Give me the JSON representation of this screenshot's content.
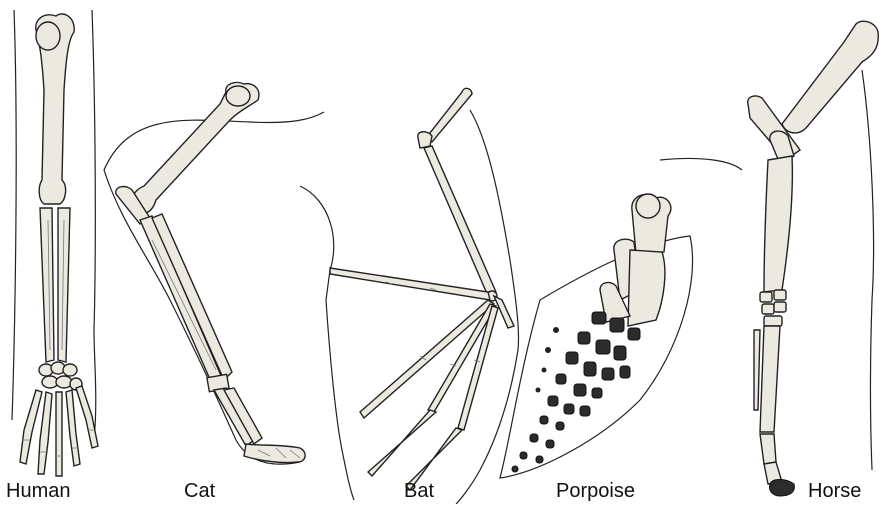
{
  "figure": {
    "labels": {
      "human": "Human",
      "cat": "Cat",
      "bat": "Bat",
      "porpoise": "Porpoise",
      "horse": "Horse"
    }
  }
}
